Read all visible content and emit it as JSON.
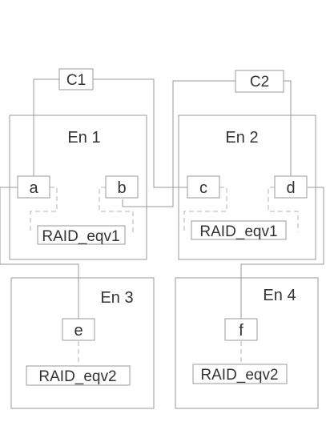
{
  "controllers": {
    "c1": "C1",
    "c2": "C2"
  },
  "enclosures": {
    "en1": "En 1",
    "en2": "En 2",
    "en3": "En 3",
    "en4": "En 4"
  },
  "ports": {
    "a": "a",
    "b": "b",
    "c": "c",
    "d": "d",
    "e": "e",
    "f": "f"
  },
  "raid": {
    "en1": "RAID_eqv1",
    "en2": "RAID_eqv1",
    "en3": "RAID_eqv2",
    "en4": "RAID_eqv2"
  }
}
